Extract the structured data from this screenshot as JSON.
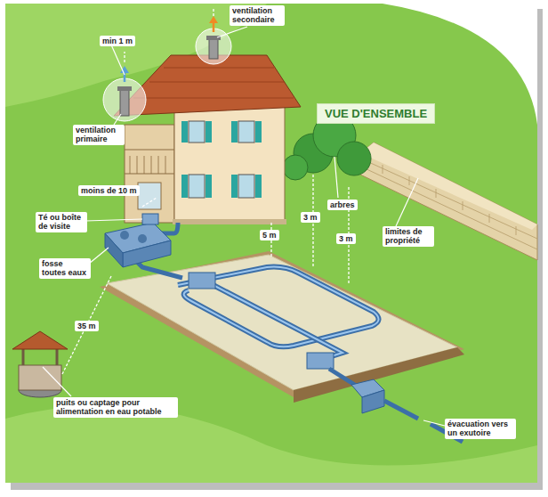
{
  "diagram": {
    "title": "VUE D'ENSEMBLE",
    "labels": [
      "min 1 m",
      "ventilation secondaire",
      "ventilation primaire",
      "moins de 10 m",
      "Té ou boîte de visite",
      "fosse toutes eaux",
      "arbres",
      "limites de propriété",
      "5 m",
      "3 m",
      "3 m",
      "35 m",
      "puits ou captage pour alimentation en eau potable",
      "évacuation vers un exutoire"
    ]
  }
}
